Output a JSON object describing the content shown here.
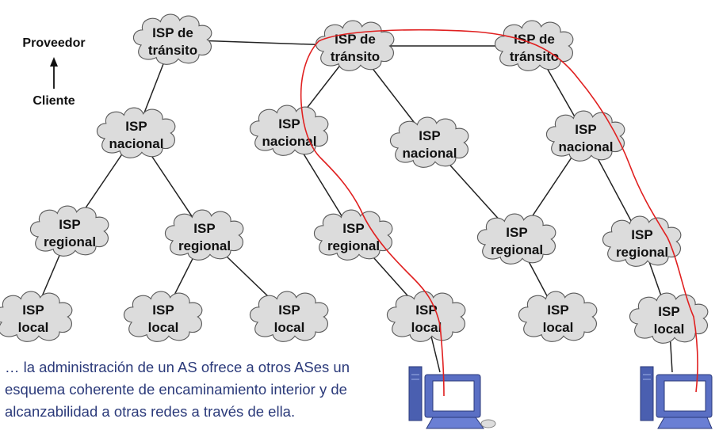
{
  "legend": {
    "top_label": "Proveedor",
    "bottom_label": "Cliente"
  },
  "nodes": [
    {
      "id": "t1",
      "line1": "ISP de",
      "line2": "tránsito"
    },
    {
      "id": "t2",
      "line1": "ISP de",
      "line2": "tránsito"
    },
    {
      "id": "t3",
      "line1": "ISP de",
      "line2": "tránsito"
    },
    {
      "id": "n1",
      "line1": "ISP",
      "line2": "nacional"
    },
    {
      "id": "n2",
      "line1": "ISP",
      "line2": "nacional"
    },
    {
      "id": "n3",
      "line1": "ISP",
      "line2": "nacional"
    },
    {
      "id": "n4",
      "line1": "ISP",
      "line2": "nacional"
    },
    {
      "id": "r1",
      "line1": "ISP",
      "line2": "regional"
    },
    {
      "id": "r2",
      "line1": "ISP",
      "line2": "regional"
    },
    {
      "id": "r3",
      "line1": "ISP",
      "line2": "regional"
    },
    {
      "id": "r4",
      "line1": "ISP",
      "line2": "regional"
    },
    {
      "id": "r5",
      "line1": "ISP",
      "line2": "regional"
    },
    {
      "id": "l1",
      "line1": "ISP",
      "line2": "local"
    },
    {
      "id": "l2",
      "line1": "ISP",
      "line2": "local"
    },
    {
      "id": "l3",
      "line1": "ISP",
      "line2": "local"
    },
    {
      "id": "l4",
      "line1": "ISP",
      "line2": "local"
    },
    {
      "id": "l5",
      "line1": "ISP",
      "line2": "local"
    },
    {
      "id": "l6",
      "line1": "ISP",
      "line2": "local"
    }
  ],
  "edges": [
    [
      "t1",
      "t2"
    ],
    [
      "t2",
      "t3"
    ],
    [
      "t1",
      "n1"
    ],
    [
      "t2",
      "n2"
    ],
    [
      "t2",
      "n3"
    ],
    [
      "t3",
      "n4"
    ],
    [
      "n1",
      "r1"
    ],
    [
      "n1",
      "r2"
    ],
    [
      "n2",
      "r3"
    ],
    [
      "n4",
      "r4"
    ],
    [
      "n4",
      "r5"
    ],
    [
      "n3",
      "r4"
    ],
    [
      "r1",
      "l1"
    ],
    [
      "r2",
      "l2"
    ],
    [
      "r2",
      "l3"
    ],
    [
      "r3",
      "l4"
    ],
    [
      "r4",
      "l5"
    ],
    [
      "r5",
      "l6"
    ],
    [
      "l4",
      "pc1"
    ],
    [
      "l6",
      "pc2"
    ]
  ],
  "caption": {
    "line1": "… la administración de un AS ofrece a otros ASes un",
    "line2": "esquema coherente de encaminamiento interior y de",
    "line3": "alcanzabilidad a otras redes a través de ella."
  },
  "colors": {
    "cloud_fill": "#dcdcdc",
    "route": "#e02020",
    "caption_text": "#2b3a7a",
    "computer": "#4a5fb0"
  }
}
